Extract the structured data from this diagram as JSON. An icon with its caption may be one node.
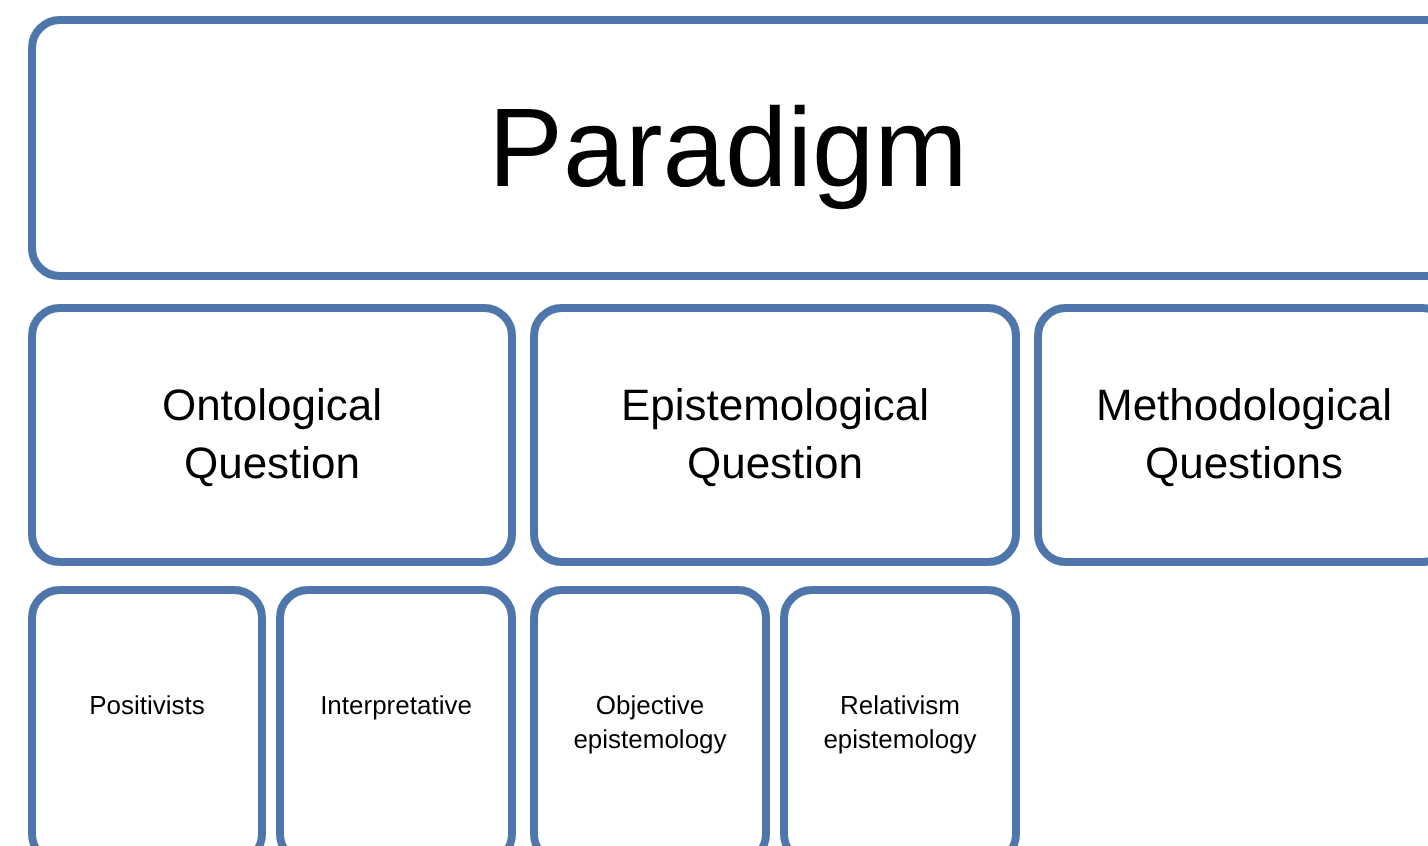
{
  "diagram": {
    "nodes": [
      {
        "text": [
          "Paradigm"
        ]
      },
      {
        "text": [
          "Ontological Question"
        ]
      },
      {
        "text": [
          "Epistemological Question"
        ]
      },
      {
        "text": [
          "Methodological Questions"
        ]
      },
      {
        "text": [
          "Positivists"
        ]
      },
      {
        "text": [
          "Interpretative"
        ]
      },
      {
        "text": [
          "Objective epistemology"
        ]
      },
      {
        "text": [
          "Relativism epistemology"
        ]
      }
    ]
  }
}
